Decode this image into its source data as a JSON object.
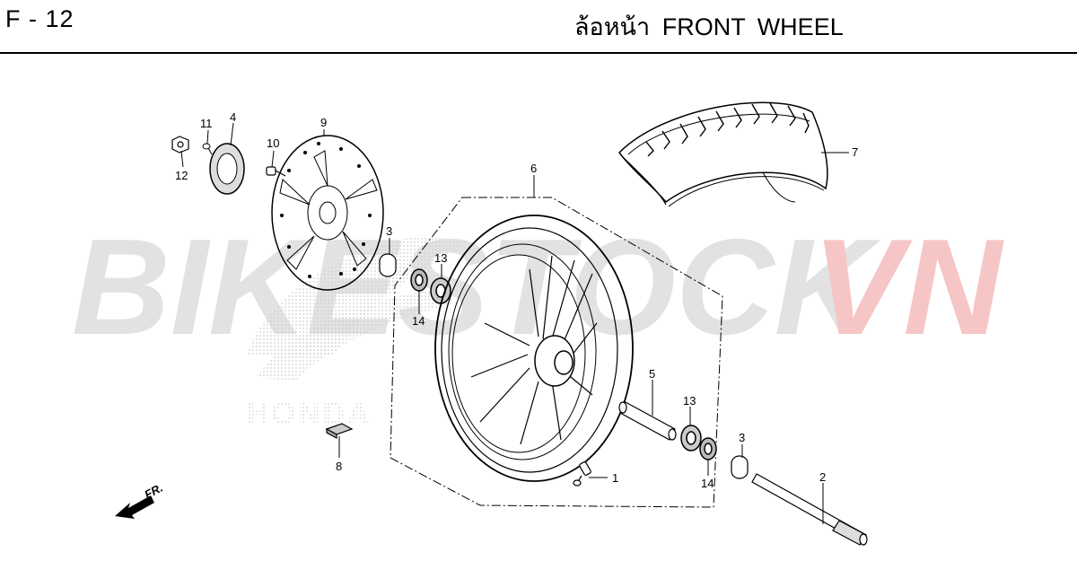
{
  "header": {
    "page_code": "F - 12",
    "title_thai": "ล้อหน้า",
    "title_english": "FRONT WHEEL"
  },
  "watermark": {
    "part1": "BIKESTOCK",
    "part2": "VN",
    "logo_text": "HONDA"
  },
  "direction": {
    "label": "FR."
  },
  "callouts": {
    "c1": "1",
    "c2": "2",
    "c3a": "3",
    "c3b": "3",
    "c4": "4",
    "c5": "5",
    "c6": "6",
    "c7": "7",
    "c8": "8",
    "c9": "9",
    "c10": "10",
    "c11": "11",
    "c12": "12",
    "c13a": "13",
    "c13b": "13",
    "c14a": "14",
    "c14b": "14"
  }
}
